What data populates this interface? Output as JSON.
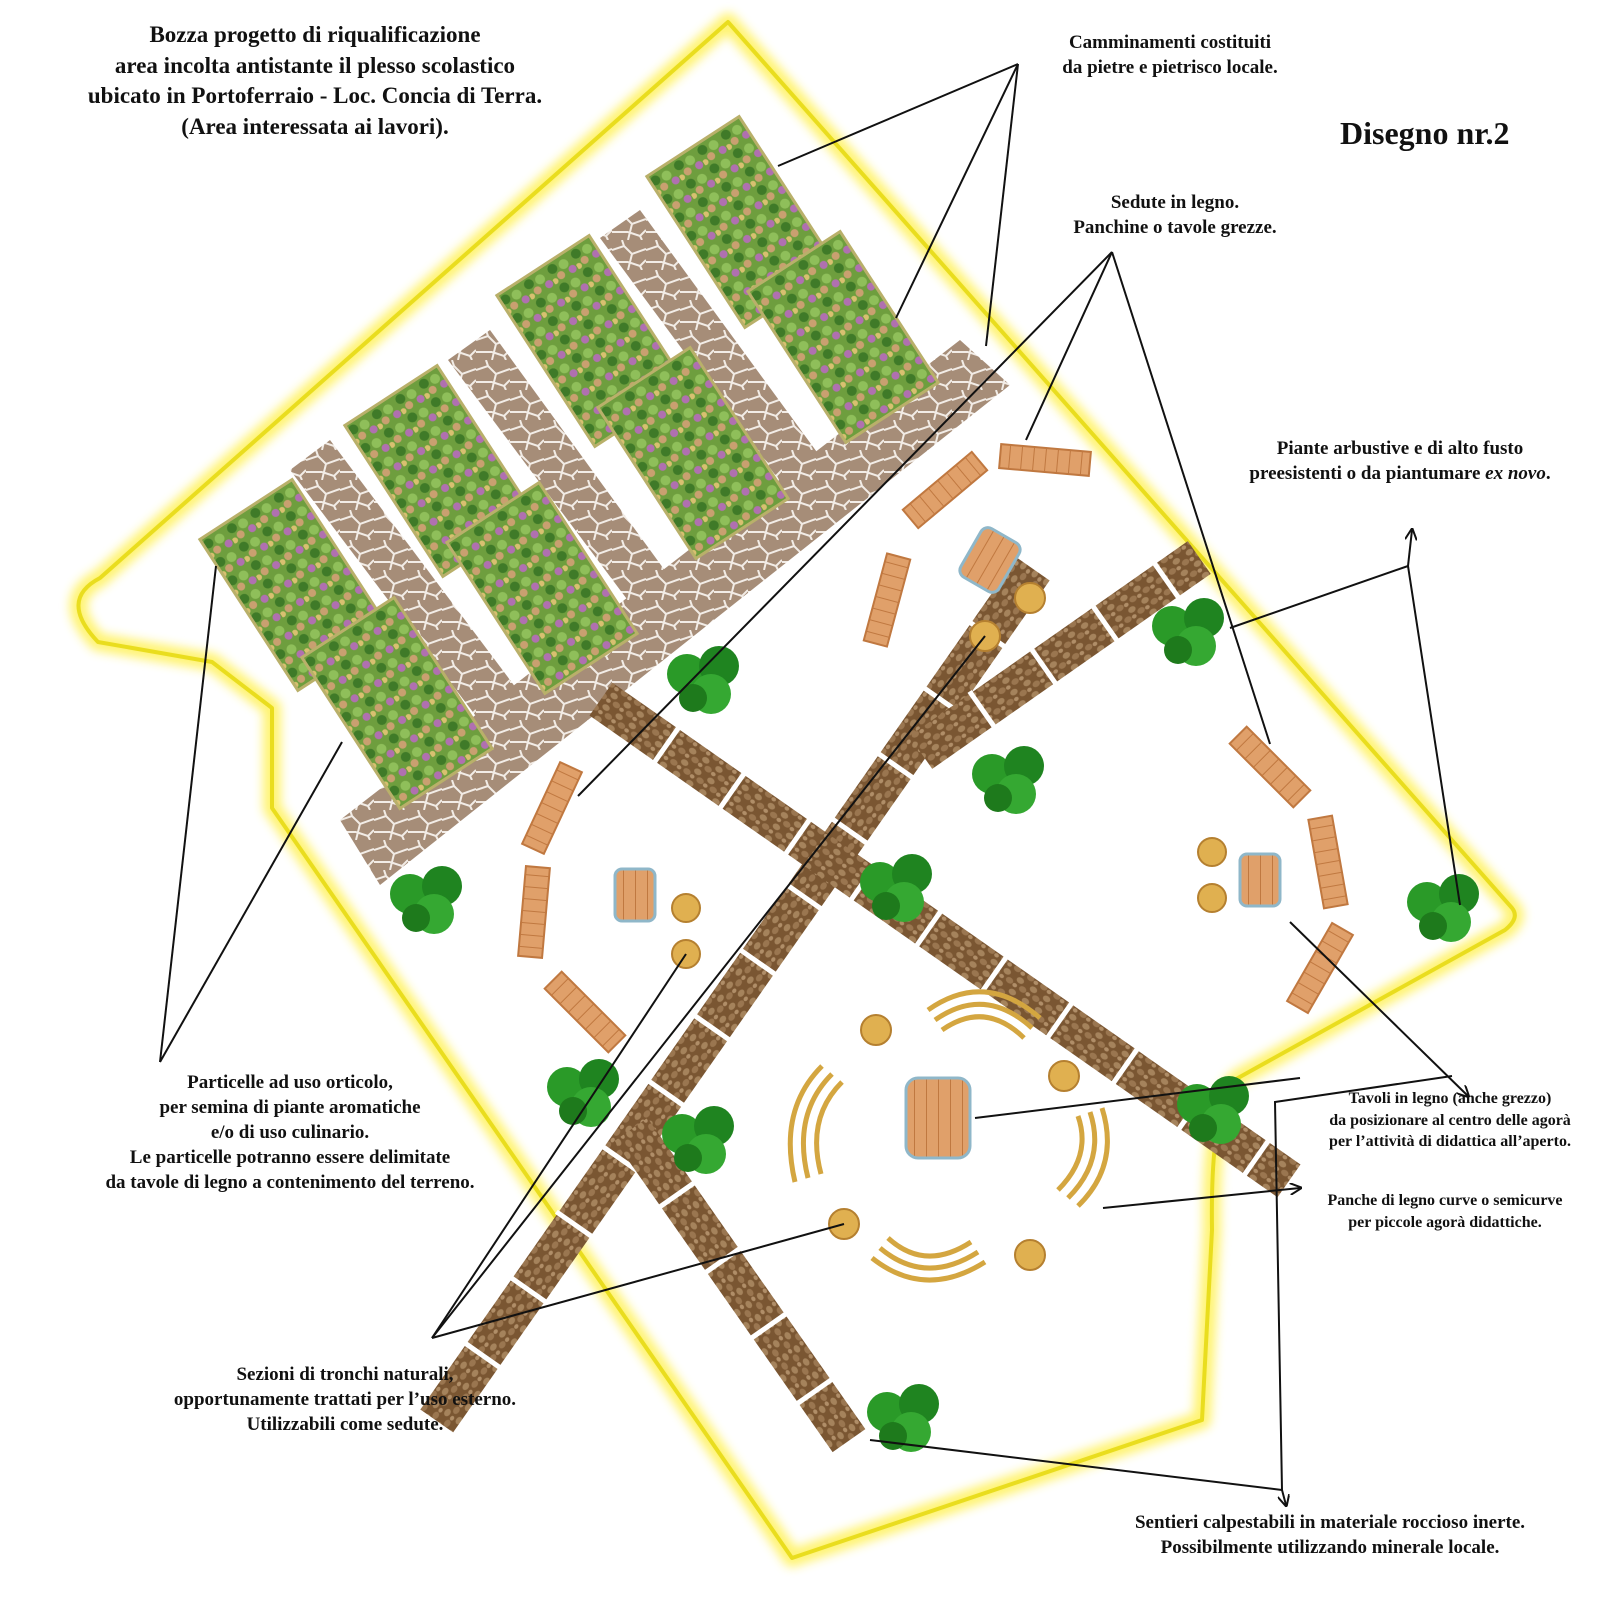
{
  "title": {
    "lines": [
      "Bozza progetto di riqualificazione",
      "area incolta antistante il plesso scolastico",
      "ubicato in Portoferraio - Loc. Concia di Terra.",
      "(Area interessata ai lavori)."
    ]
  },
  "drawing_number": "Disegno nr.2",
  "labels": {
    "paths": [
      "Camminamenti costituiti",
      "da pietre e pietrisco locale."
    ],
    "seating": [
      "Sedute in legno.",
      "Panchine o tavole grezze."
    ],
    "shrubs": {
      "line1": "Piante arbustive e di alto fusto",
      "line2_prefix": "preesistenti o da piantumare ",
      "line2_italic": "ex novo",
      "line2_suffix": "."
    },
    "plots": [
      "Particelle ad uso orticolo,",
      "per semina di piante aromatiche",
      "e/o di uso culinario.",
      "Le particelle potranno essere delimitate",
      "da tavole di legno a contenimento del terreno."
    ],
    "tables": [
      "Tavoli in legno (anche grezzo)",
      "da posizionare al centro delle agorà",
      "per l’attività di didattica all’aperto."
    ],
    "curved_benches": [
      "Panche di legno curve o semicurve",
      "per piccole agorà didattiche."
    ],
    "logs": [
      "Sezioni di tronchi naturali,",
      "opportunamente trattati per l’uso esterno.",
      "Utilizzabili come sedute."
    ],
    "trails": [
      "Sentieri calpestabili in materiale roccioso inerte.",
      "Possibilmente utilizzando minerale locale."
    ]
  },
  "colors": {
    "boundary_glow": "#fff36a",
    "boundary_core": "#e9dd1e",
    "flagstone": "#a68d78",
    "stone_path": "#8a6440",
    "bench_wood": "#e0a06a",
    "curved_bench": "#d4a640",
    "log_seat": "#e0b050",
    "shrub": "#2a9a28",
    "garden_bed": "#6fa040"
  }
}
